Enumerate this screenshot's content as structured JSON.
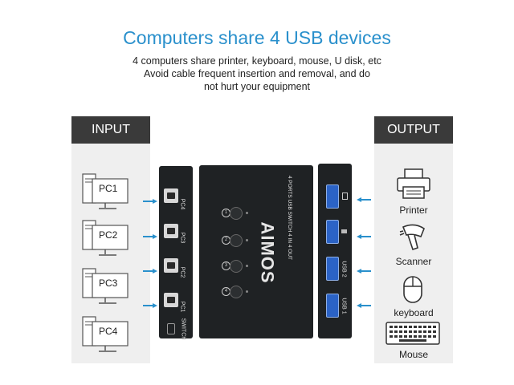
{
  "title": "Computers share 4 USB devices",
  "subtitle_lines": [
    "4 computers share printer, keyboard, mouse, U disk, etc",
    "Avoid cable frequent insertion and removal, and do",
    "not hurt your equipment"
  ],
  "input_panel": {
    "heading": "INPUT",
    "computers": [
      "PC1",
      "PC2",
      "PC3",
      "PC4"
    ]
  },
  "output_panel": {
    "heading": "OUTPUT",
    "devices": [
      "Printer",
      "Scanner",
      "keyboard",
      "Mouse"
    ]
  },
  "switch_unit": {
    "brand": "AIMOS",
    "model_text": "4 PORTS USB SWITCH 4 IN 4 OUT",
    "input_ports": [
      "PC4",
      "PC3",
      "PC2",
      "PC1"
    ],
    "switch_label": "SWITCH",
    "button_numbers": [
      "1",
      "2",
      "3",
      "4"
    ],
    "output_ports": [
      "USB 2",
      "USB 1"
    ]
  },
  "colors": {
    "title": "#2a90cc",
    "panel_head": "#3a3a3a",
    "panel_bg": "#efefef",
    "arrow": "#2a90cc",
    "usb_blue": "#2b63c6"
  }
}
